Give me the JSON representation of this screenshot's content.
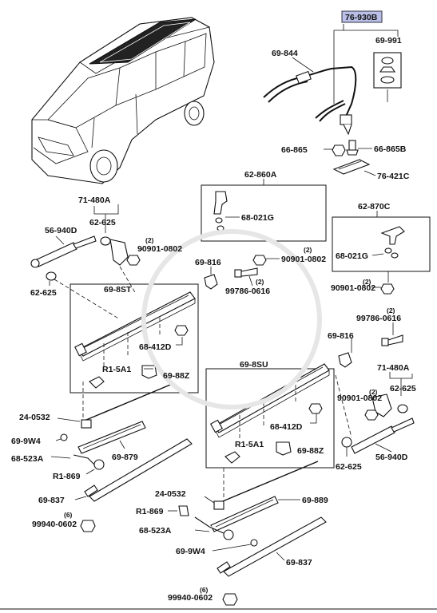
{
  "labels": {
    "l_76930B": "76-930B",
    "l_69991": "69-991",
    "l_69844": "69-844",
    "l_66865": "66-865",
    "l_66865B": "66-865B",
    "l_76421C": "76-421C",
    "l_62860A": "62-860A",
    "l_68021G_a": "68-021G",
    "l_90901_a": "90901-0802",
    "l_62870C": "62-870C",
    "l_68021G_b": "68-021G",
    "l_90901_b": "90901-0802",
    "l_71480A_a": "71-480A",
    "l_62625_a": "62-625",
    "l_56940D_a": "56-940D",
    "l_90901_c": "90901-0802",
    "l_62625_b": "62-625",
    "l_69816_a": "69-816",
    "l_99786_a": "99786-0616",
    "l_698ST": "69-8ST",
    "l_68412D_a": "68-412D",
    "l_R15A1_a": "R1-5A1",
    "l_6988Z_a": "69-88Z",
    "l_99786_b": "99786-0616",
    "l_69816_b": "69-816",
    "l_698SU": "69-8SU",
    "l_71480A_b": "71-480A",
    "l_90901_d": "90901-0802",
    "l_62625_c": "62-625",
    "l_68412D_b": "68-412D",
    "l_R15A1_b": "R1-5A1",
    "l_6988Z_b": "69-88Z",
    "l_62625_d": "62-625",
    "l_56940D_b": "56-940D",
    "l_240532_a": "24-0532",
    "l_699W4_a": "69-9W4",
    "l_68523A_a": "68-523A",
    "l_69879": "69-879",
    "l_R1869_a": "R1-869",
    "l_69837_a": "69-837",
    "l_99940_a": "99940-0602",
    "l_240532_b": "24-0532",
    "l_69889": "69-889",
    "l_R1869_b": "R1-869",
    "l_68523A_b": "68-523A",
    "l_699W4_b": "69-9W4",
    "l_69837_b": "69-837",
    "l_99940_b": "99940-0602"
  },
  "quantities": {
    "q_90901_a": "(2)",
    "q_90901_b": "(2)",
    "q_90901_c": "(2)",
    "q_99786_a": "(2)",
    "q_99786_b": "(2)",
    "q_90901_d": "(2)",
    "q_99940_a": "(6)",
    "q_99940_b": "(6)"
  },
  "highlight": {
    "part": "76-930B",
    "fill": "#b9bfe6"
  }
}
